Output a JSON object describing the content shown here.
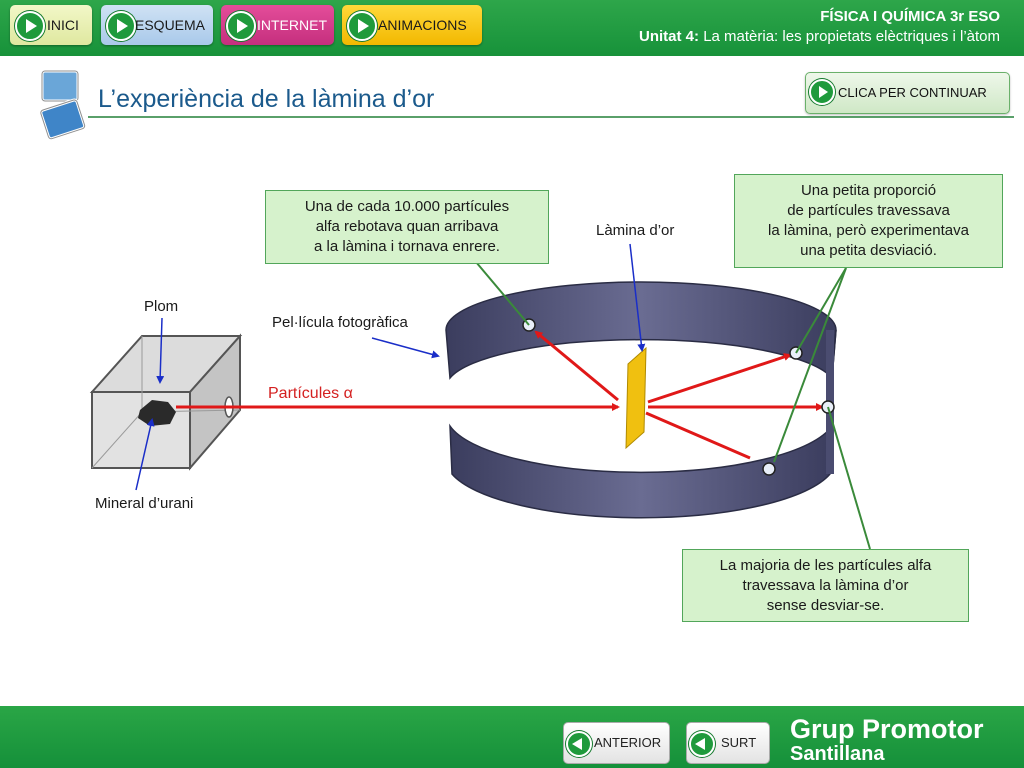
{
  "nav": {
    "inici": "INICI",
    "esquema": "ESQUEMA",
    "internet": "INTERNET",
    "animacions": "ANIMACIONS"
  },
  "header": {
    "course": "FÍSICA I QUÍMICA 3r ESO",
    "unit_prefix": "Unitat 4:",
    "unit_title": "La matèria: les propietats elèctriques i l’àtom"
  },
  "page": {
    "title": "L’experiència de la làmina d’or",
    "continue": "CLICA PER CONTINUAR"
  },
  "diagram": {
    "label_plom": "Plom",
    "label_mineral": "Mineral d’urani",
    "label_pelicula": "Pel·lícula fotogràfica",
    "label_lamina": "Làmina d’or",
    "label_particules": "Partícules α",
    "callout_rebota": [
      "Una de cada 10.000 partícules",
      "alfa rebotava quan arribava",
      "a la làmina i tornava enrere."
    ],
    "callout_desviacio": [
      "Una petita proporció",
      "de partícules travessava",
      "la làmina, però experimentava",
      "una petita desviació."
    ],
    "callout_majoria": [
      "La majoria de les partícules alfa",
      "travessava la làmina d’or",
      "sense desviar-se."
    ]
  },
  "footer": {
    "anterior": "ANTERIOR",
    "surt": "SURT",
    "brand_line1": "Grup Promotor",
    "brand_line2": "Santillana"
  },
  "colors": {
    "green_bar": "#1f9a3c",
    "title_blue": "#1b5a8c",
    "callout_fill": "#d6f2cc",
    "ray_red": "#e01818",
    "gold_foil": "#f0c010",
    "film_band": "#4d4f72"
  }
}
